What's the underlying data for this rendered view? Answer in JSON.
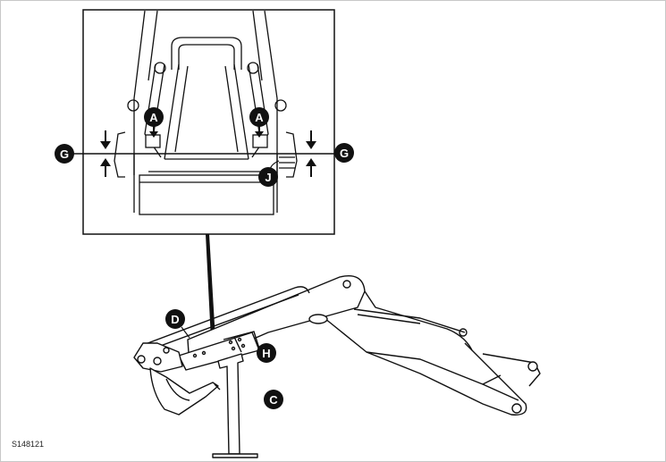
{
  "figure": {
    "id": "S148121"
  },
  "callouts": {
    "a_left": "A",
    "a_right": "A",
    "g_left": "G",
    "g_right": "G",
    "j": "J",
    "d": "D",
    "h": "H",
    "c": "C"
  },
  "colors": {
    "line": "#111111",
    "callout_fill": "#111111",
    "callout_text": "#ffffff",
    "background": "#ffffff"
  }
}
